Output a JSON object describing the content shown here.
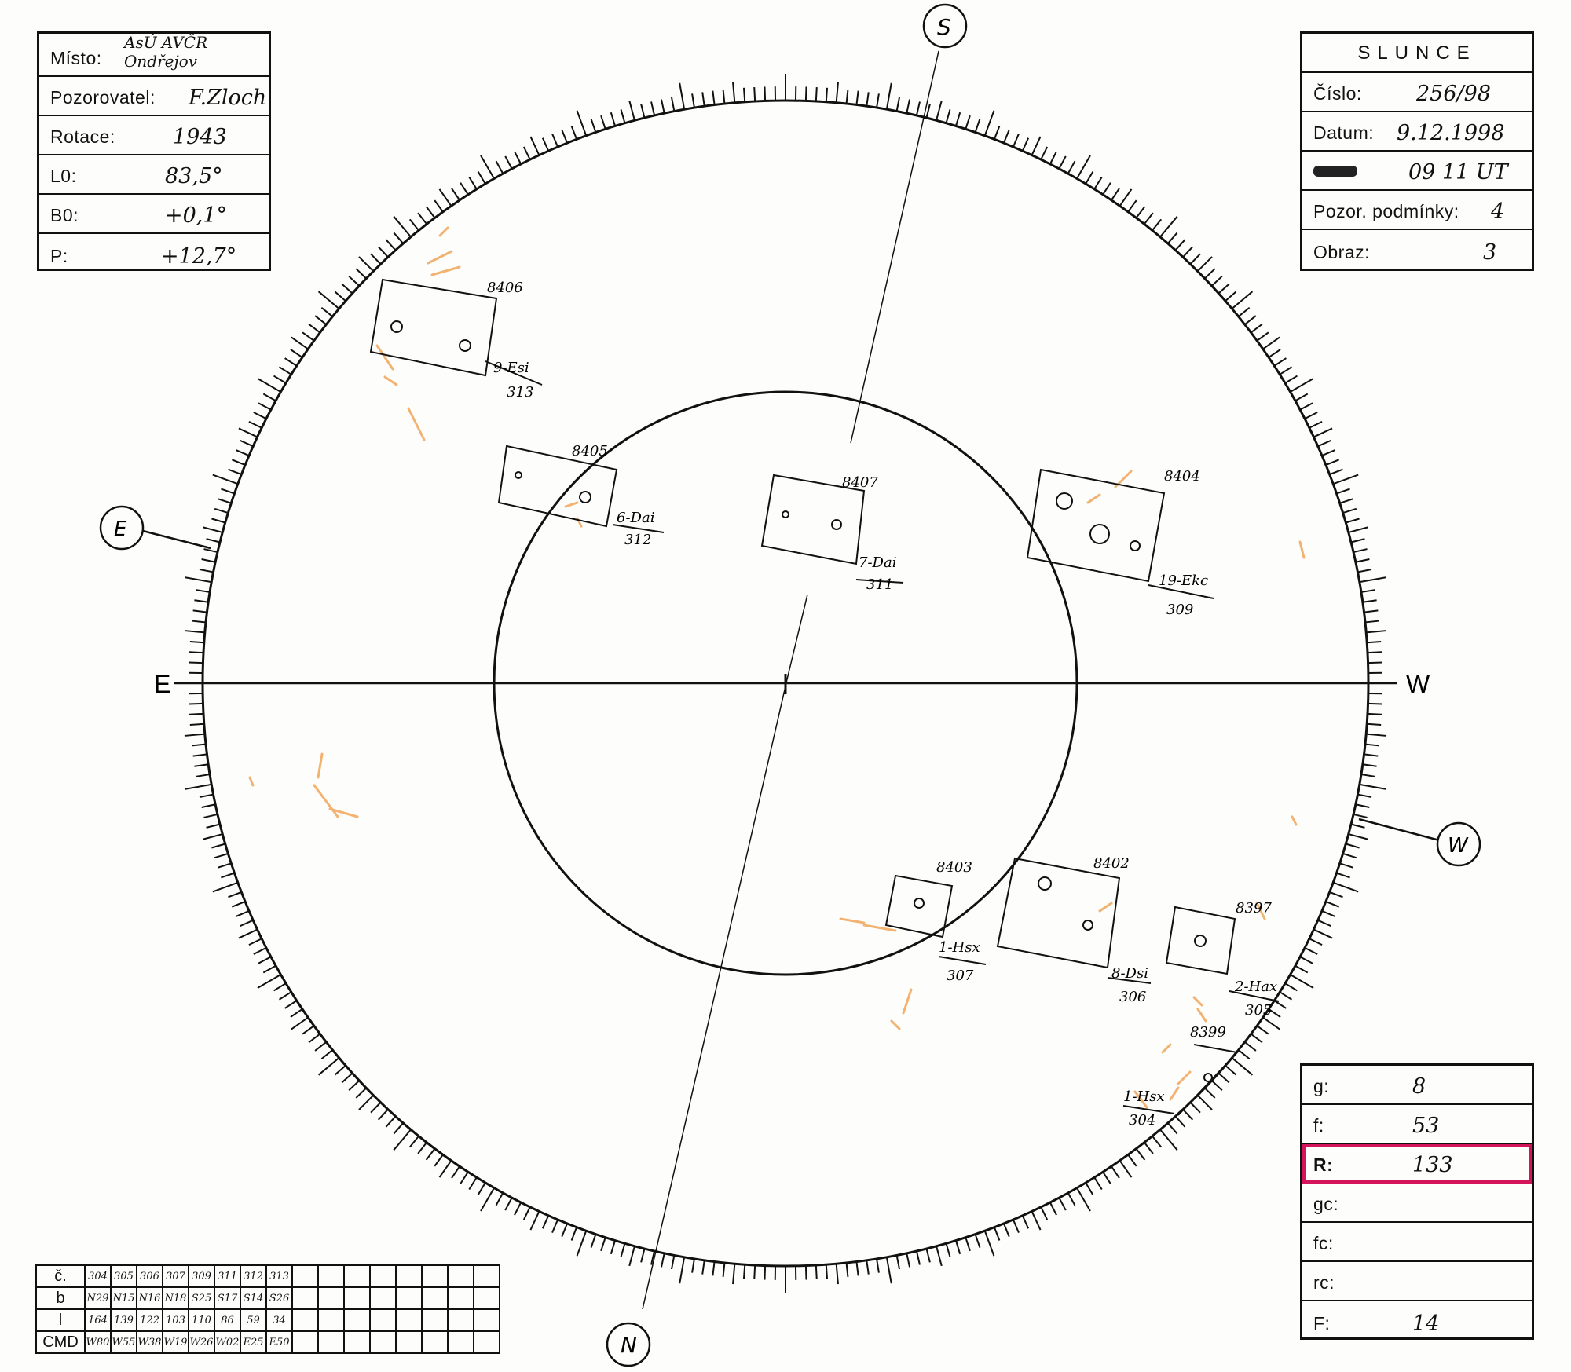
{
  "site": {
    "misto_label": "Místo:",
    "misto_value": "AsÚ AVČR Ondřejov",
    "pozorovatel_label": "Pozorovatel:",
    "pozorovatel_value": "F.Zloch",
    "rotace_label": "Rotace:",
    "rotace_value": "1943",
    "l0_label": "L0:",
    "l0_value": "83,5°",
    "b0_label": "B0:",
    "b0_value": "+0,1°",
    "p_label": "P:",
    "p_value": "+12,7°"
  },
  "sun": {
    "title": "SLUNCE",
    "cislo_label": "Číslo:",
    "cislo_value": "256/98",
    "datum_label": "Datum:",
    "datum_value": "9.12.1998",
    "time_value": "09 11 UT",
    "pozor_label": "Pozor. podmínky:",
    "pozor_value": "4",
    "obraz_label": "Obraz:",
    "obraz_value": "3"
  },
  "counts": [
    {
      "label": "g:",
      "value": "8"
    },
    {
      "label": "f:",
      "value": "53"
    },
    {
      "label": "R:",
      "value": "133"
    },
    {
      "label": "gc:",
      "value": ""
    },
    {
      "label": "fc:",
      "value": ""
    },
    {
      "label": "rc:",
      "value": ""
    },
    {
      "label": "F:",
      "value": "14"
    }
  ],
  "table": {
    "headers": [
      "č.",
      "b",
      "l",
      "CMD"
    ],
    "rows": [
      [
        "304",
        "305",
        "306",
        "307",
        "309",
        "311",
        "312",
        "313"
      ],
      [
        "N29",
        "N15",
        "N16",
        "N18",
        "S25",
        "S17",
        "S14",
        "S26"
      ],
      [
        "164",
        "139",
        "122",
        "103",
        "110",
        "86",
        "59",
        "34"
      ],
      [
        "W80",
        "W55",
        "W38",
        "W19",
        "W26",
        "W02",
        "E25",
        "E50"
      ]
    ],
    "empty_cols": 8
  },
  "compass": {
    "S": "S",
    "N": "N",
    "E": "E",
    "W": "W",
    "E_circ": "E",
    "W_circ": "W"
  },
  "groups": [
    {
      "id": "8406",
      "cls": "9-Esi",
      "num": "313"
    },
    {
      "id": "8405",
      "cls": "6-Dai",
      "num": "312"
    },
    {
      "id": "8407",
      "cls": "7-Dai",
      "num": "311"
    },
    {
      "id": "8404",
      "cls": "19-Ekc",
      "num": "309"
    },
    {
      "id": "8403",
      "cls": "1-Hsx",
      "num": "307"
    },
    {
      "id": "8402",
      "cls": "8-Dsi",
      "num": "306"
    },
    {
      "id": "8397",
      "cls": "2-Hax",
      "num": "305"
    },
    {
      "id": "8399",
      "cls": "1-Hsx",
      "num": "304"
    }
  ]
}
